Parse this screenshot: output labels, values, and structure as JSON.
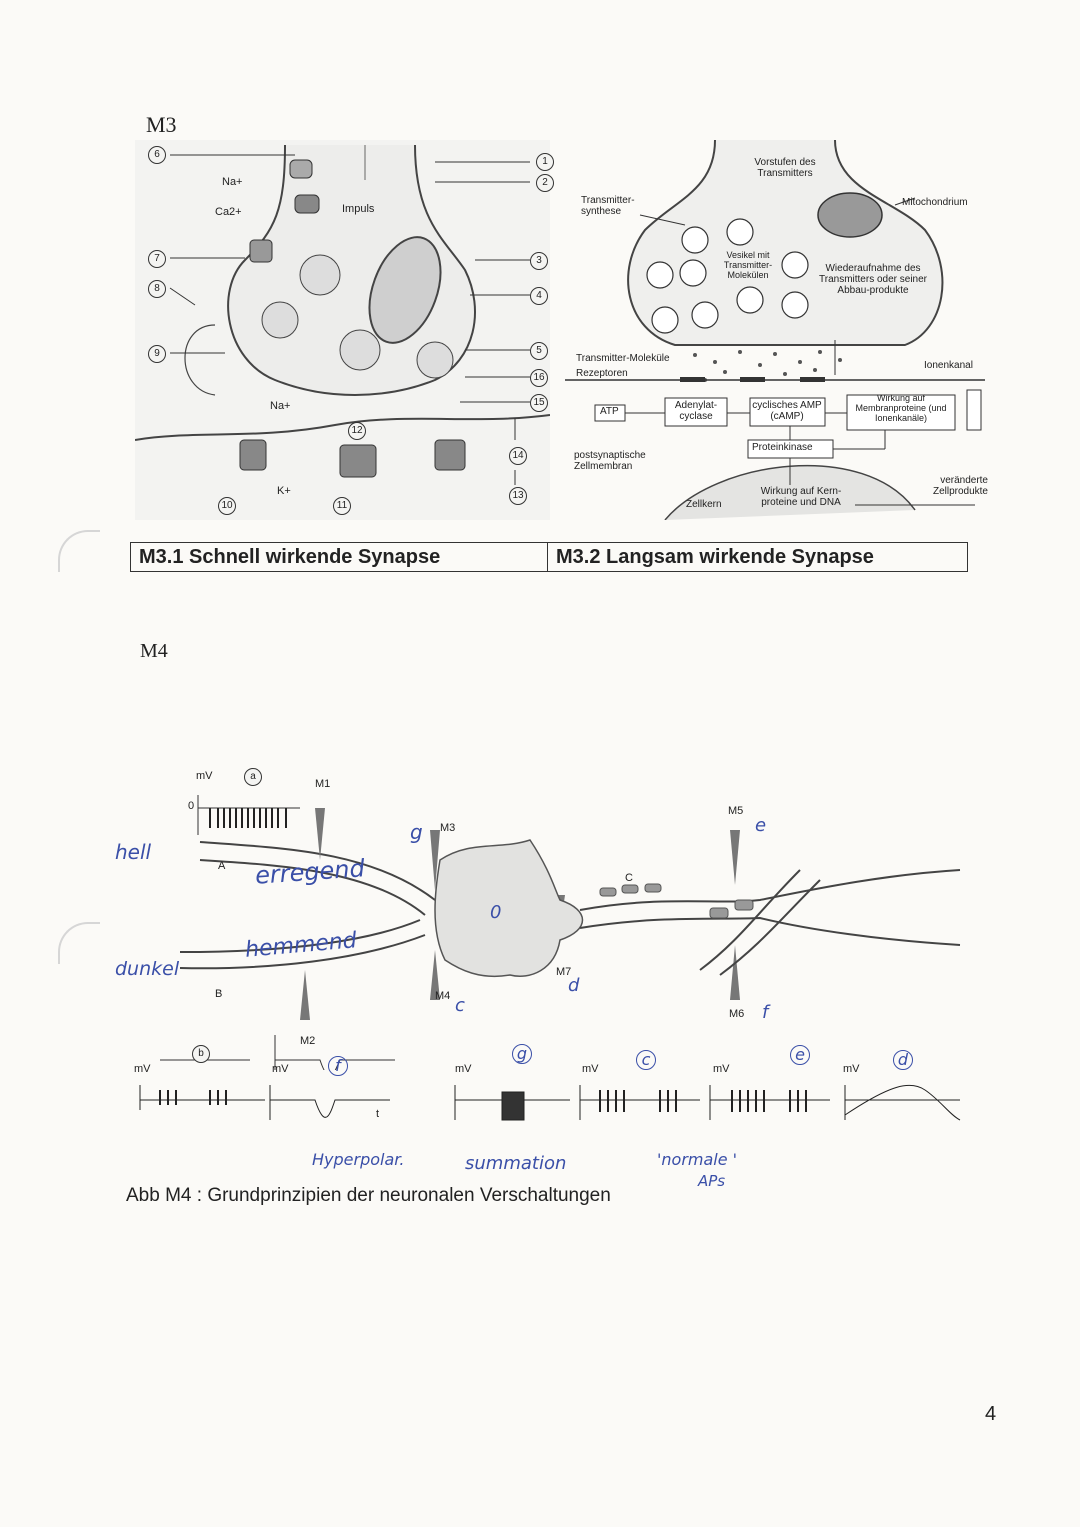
{
  "m3": {
    "label": "M3",
    "fast": {
      "caption": "M3.1 Schnell wirkende Synapse",
      "na_top": "Na+",
      "ca": "Ca2+",
      "impuls": "Impuls",
      "na_mid": "Na+",
      "k": "K+",
      "numbers": [
        "1",
        "2",
        "3",
        "4",
        "5",
        "6",
        "7",
        "8",
        "9",
        "10",
        "11",
        "12",
        "13",
        "14",
        "15",
        "16"
      ]
    },
    "slow": {
      "caption": "M3.2 Langsam wirkende Synapse",
      "vorstufen": "Vorstufen des Transmitters",
      "mito": "Mitochondrium",
      "synthese": "Transmitter-synthese",
      "vesikel": "Vesikel mit Transmitter-Molekülen",
      "wiederaufnahme": "Wiederaufnahme des Transmitters oder seiner Abbau-produkte",
      "tm_molekuele": "Transmitter-Moleküle",
      "rezeptoren": "Rezeptoren",
      "ionenkanal": "Ionenkanal",
      "atp": "ATP",
      "adenylat": "Adenylat-cyclase",
      "camp": "cyclisches AMP (cAMP)",
      "wirkung_membran": "Wirkung auf Membranproteine (und Ionenkanäle)",
      "proteinkinase": "Proteinkinase",
      "postsyn": "postsynaptische Zellmembran",
      "zellkern": "Zellkern",
      "wirkung_kern": "Wirkung auf Kern-proteine und DNA",
      "zellprodukte": "veränderte Zellprodukte"
    }
  },
  "m4": {
    "label": "M4",
    "caption": "Abb M4 : Grundprinzipien der neuronalen Verschaltungen",
    "printed": {
      "mv": "mV",
      "zero": "0",
      "t": "t",
      "a_circ": "a",
      "b_circ": "b",
      "A": "A",
      "B": "B",
      "C": "C",
      "m1": "M1",
      "m2": "M2",
      "m3": "M3",
      "m4": "M4",
      "m5": "M5",
      "m6": "M6",
      "m7": "M7"
    },
    "handwritten": {
      "hell": "hell",
      "dunkel": "dunkel",
      "erregend": "erregend",
      "hemmend": "hemmend",
      "g": "g",
      "c": "c",
      "d": "d",
      "e": "e",
      "f": "f",
      "o": "0",
      "hyperpolar": "Hyperpolar.",
      "summation": "summation",
      "normale": "'normale '",
      "aps": "APs",
      "circ_m2": "f",
      "circ_g": "g",
      "circ_c": "c",
      "circ_d": "d",
      "circ_e": "e"
    }
  },
  "page_number": "4"
}
